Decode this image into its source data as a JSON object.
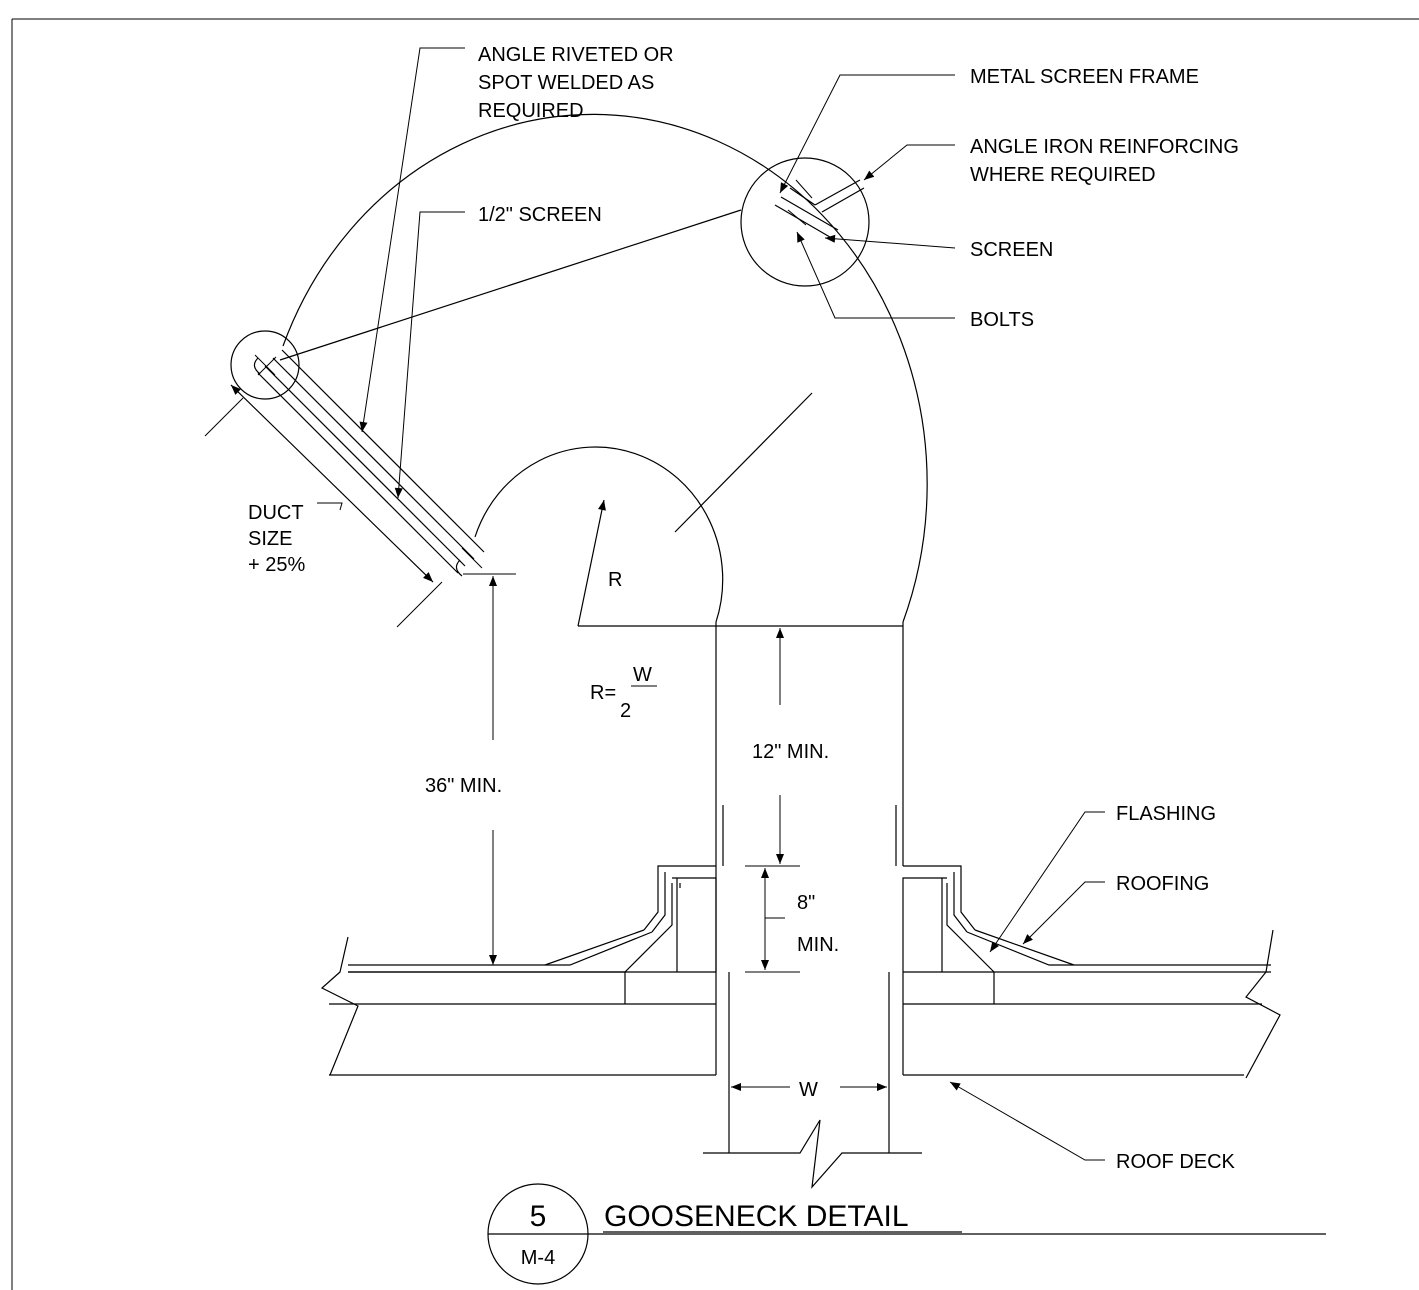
{
  "callouts": {
    "angle_riveted": [
      "ANGLE RIVETED OR",
      "SPOT WELDED AS",
      "REQUIRED"
    ],
    "screen_half": "1/2\" SCREEN",
    "metal_screen_frame": "METAL SCREEN FRAME",
    "angle_iron": [
      "ANGLE IRON REINFORCING",
      "WHERE REQUIRED"
    ],
    "screen": "SCREEN",
    "bolts": "BOLTS",
    "duct_size": [
      "DUCT",
      "SIZE",
      "+ 25%"
    ],
    "flashing": "FLASHING",
    "roofing": "ROOFING",
    "roof_deck": "ROOF DECK"
  },
  "dimensions": {
    "radius": "R",
    "formula_lhs": "R=",
    "formula_num": "W",
    "formula_den": "2",
    "min_36": "36\" MIN.",
    "min_12": "12\" MIN.",
    "min_8_a": "8\"",
    "min_8_b": "MIN.",
    "width": "W"
  },
  "title_block": {
    "detail_number": "5",
    "sheet": "M-4",
    "title": "GOOSENECK DETAIL"
  }
}
